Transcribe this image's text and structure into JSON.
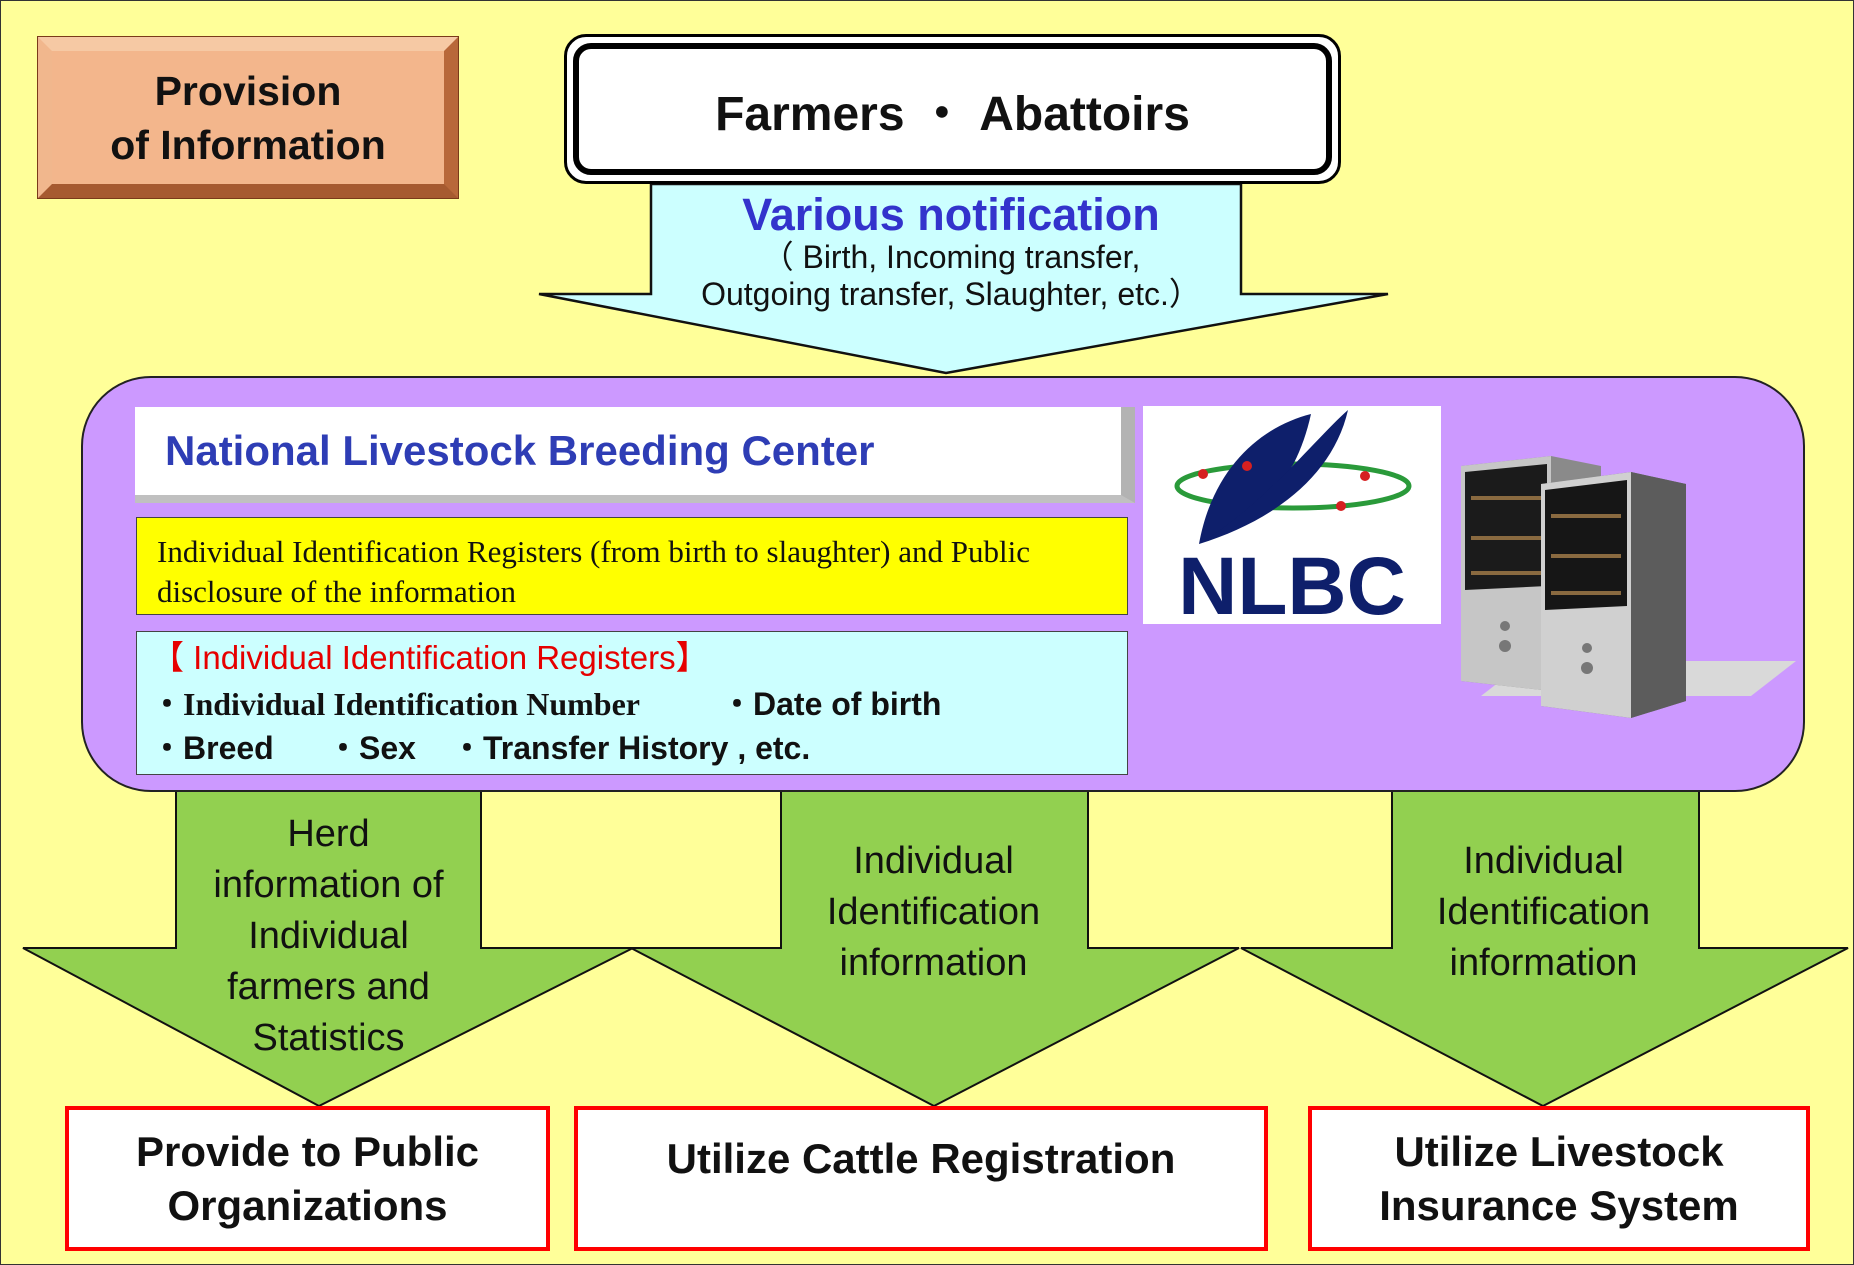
{
  "provision": {
    "title": "Provision\nof Information"
  },
  "source": {
    "label": "Farmers ・ Abattoirs"
  },
  "notification": {
    "title": "Various notification",
    "detail": "（ Birth, Incoming transfer,\nOutgoing transfer, Slaughter, etc.）"
  },
  "center": {
    "title": "National Livestock Breeding Center",
    "description": "Individual Identification Registers (from birth to slaughter) and Public disclosure of the information",
    "registers": {
      "heading": "【 Individual Identification Registers】",
      "items": [
        "・Individual Identification Number",
        "・Date of birth",
        "・Breed",
        "・Sex",
        "・Transfer History , etc."
      ]
    },
    "logo": "NLBC"
  },
  "flows": [
    {
      "label": "Herd\ninformation of\nIndividual\nfarmers and\nStatistics",
      "destination": "Provide to Public\nOrganizations"
    },
    {
      "label": "Individual\nIdentification\ninformation",
      "destination": "Utilize Cattle Registration"
    },
    {
      "label": "Individual\nIdentification\ninformation",
      "destination": "Utilize Livestock\nInsurance System"
    }
  ],
  "colors": {
    "background": "#ffff99",
    "arrow_top": "#ccffff",
    "arrow_bottom": "#92d050",
    "panel": "#cc99ff",
    "title_text": "#2e3db5",
    "notification_text": "#3333cc",
    "register_heading": "#e60000",
    "destination_border": "#ff0000"
  }
}
